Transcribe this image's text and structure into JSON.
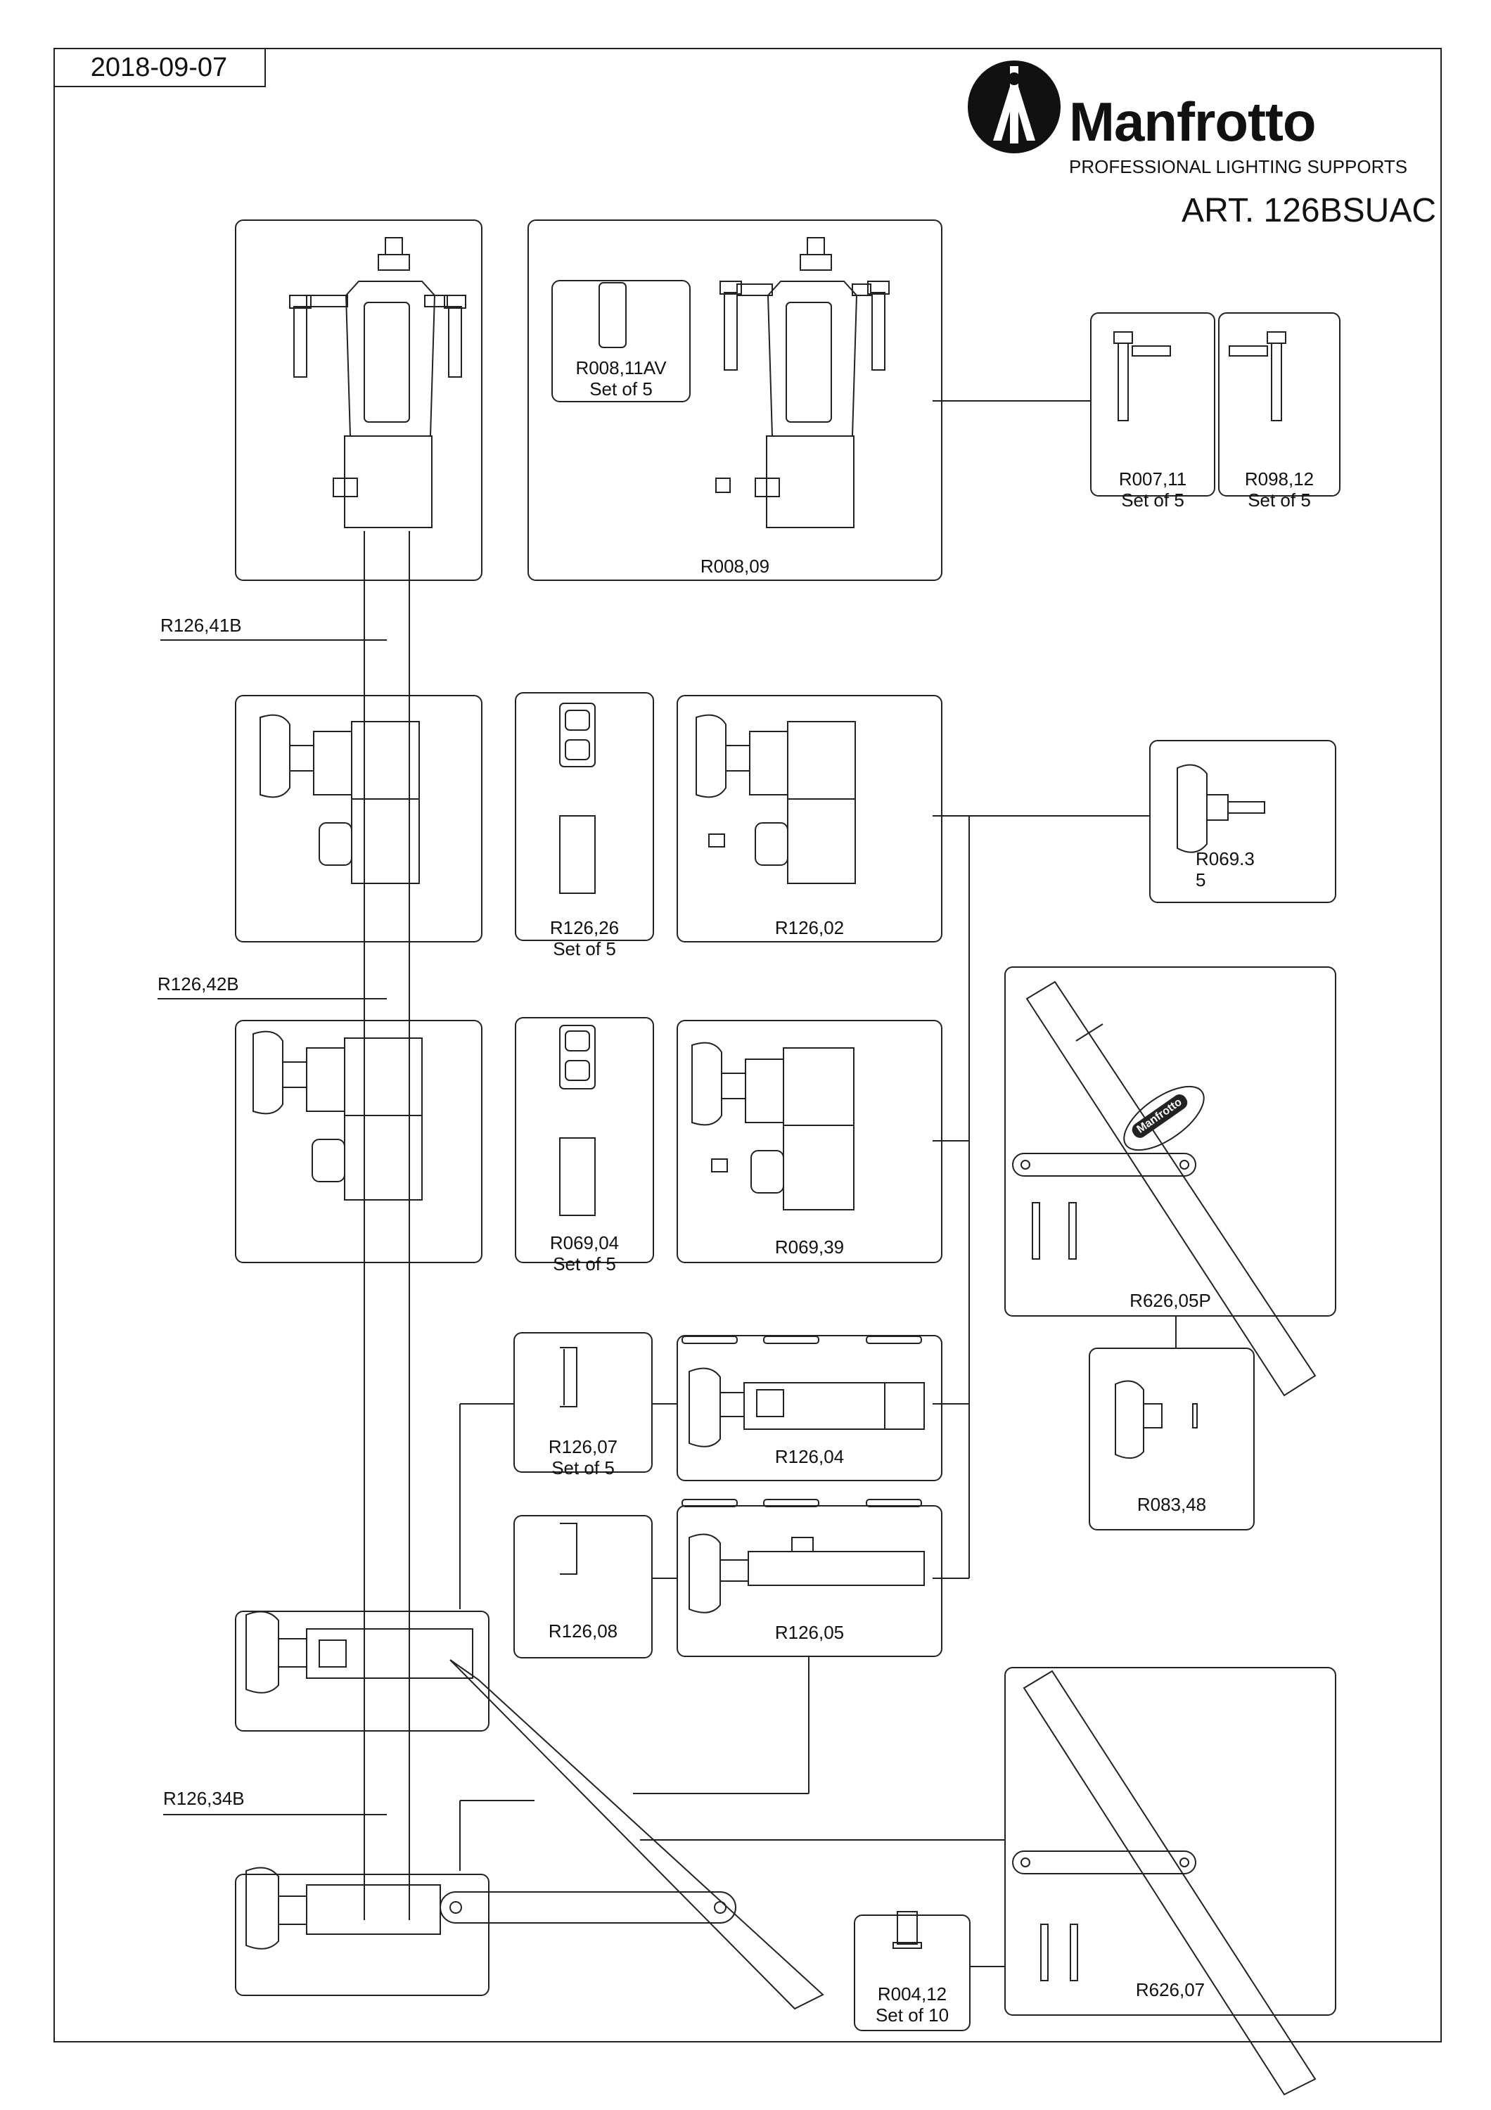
{
  "header": {
    "date": "2018-09-07",
    "brand": "Manfrotto",
    "brand_subtitle": "PROFESSIONAL LIGHTING SUPPORTS",
    "article": "ART. 126BSUAC"
  },
  "parts": {
    "r008_11av": {
      "code": "R008,11AV",
      "qty": "Set of 5"
    },
    "r008_09": {
      "code": "R008,09"
    },
    "r007_11": {
      "code": "R007,11",
      "qty": "Set of 5"
    },
    "r098_12": {
      "code": "R098,12",
      "qty": "Set of 5"
    },
    "r126_41b": {
      "code": "R126,41B"
    },
    "r126_26": {
      "code": "R126,26",
      "qty": "Set of 5"
    },
    "r126_02": {
      "code": "R126,02"
    },
    "r069_35": {
      "code": "R069.3",
      "code2": "5"
    },
    "r126_42b": {
      "code": "R126,42B"
    },
    "r069_04": {
      "code": "R069,04",
      "qty": "Set of 5"
    },
    "r069_39": {
      "code": "R069,39"
    },
    "r626_05p": {
      "code": "R626,05P",
      "logo": "Manfrotto"
    },
    "r126_07": {
      "code": "R126,07",
      "qty": "Set of 5"
    },
    "r126_04": {
      "code": "R126,04"
    },
    "r083_48": {
      "code": "R083,48"
    },
    "r126_08": {
      "code": "R126,08"
    },
    "r126_05": {
      "code": "R126,05"
    },
    "r126_34b": {
      "code": "R126,34B"
    },
    "r004_12": {
      "code": "R004,12",
      "qty": "Set of 10"
    },
    "r626_07": {
      "code": "R626,07"
    }
  }
}
